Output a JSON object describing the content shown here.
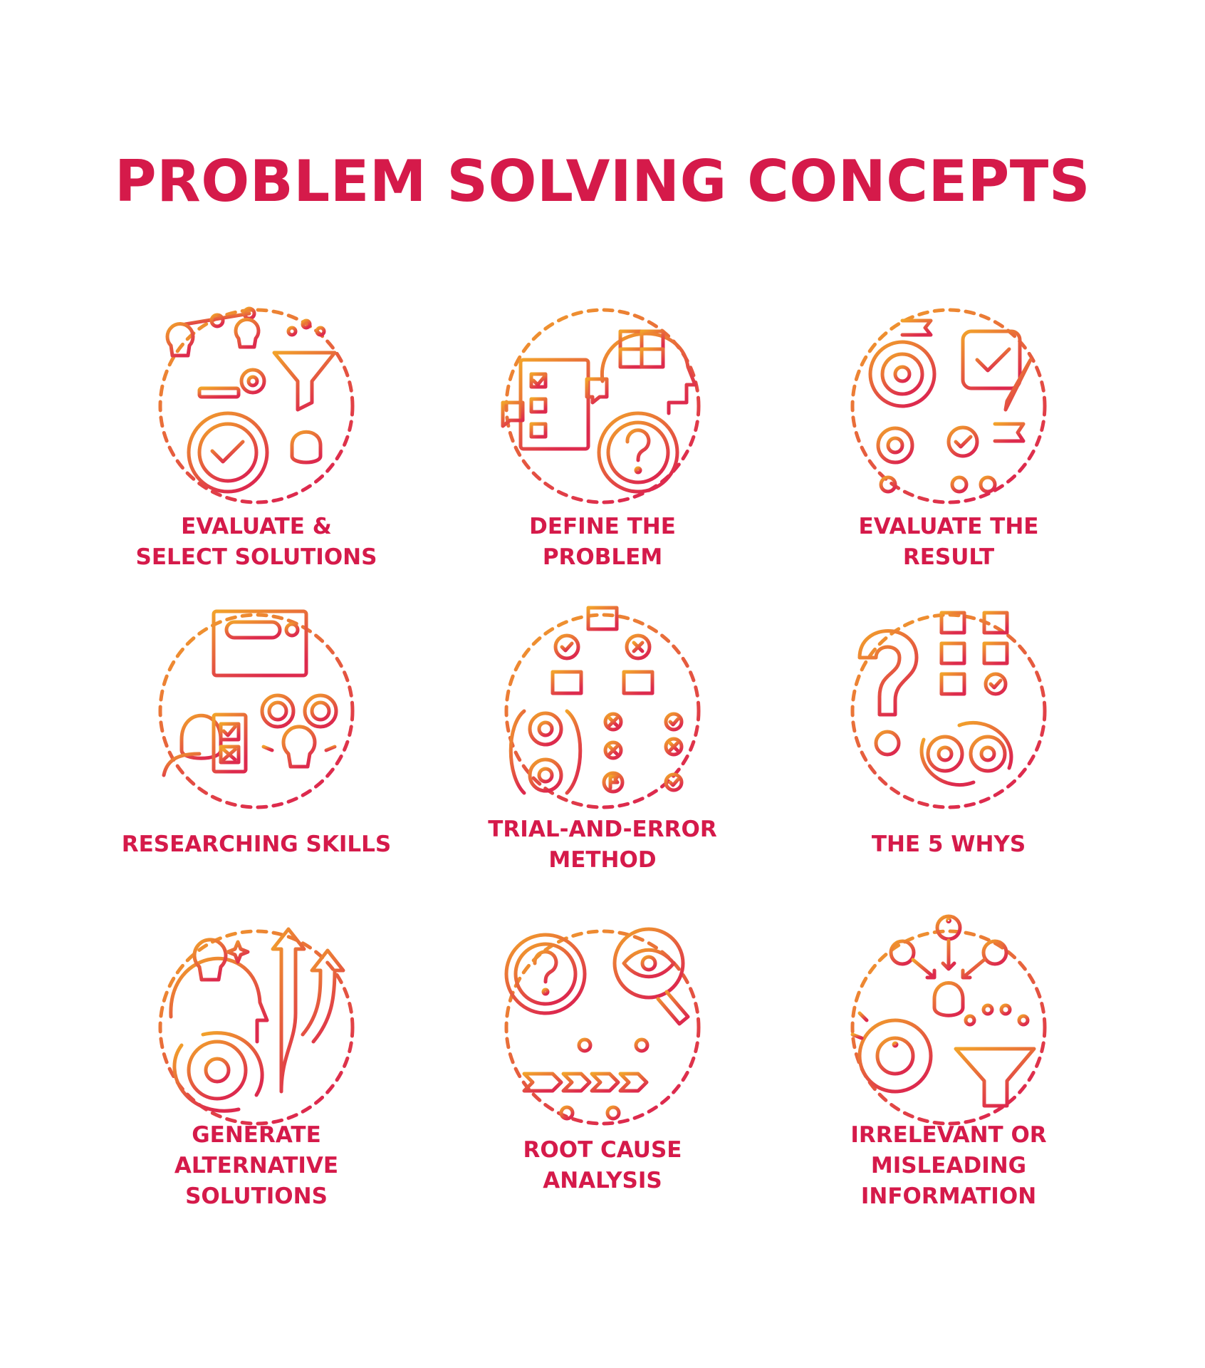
{
  "title": "PROBLEM SOLVING CONCEPTS",
  "colors": {
    "title": "#d51a4a",
    "label": "#d51a4a",
    "gradient_start": "#f2a32a",
    "gradient_end": "#dd2a4d"
  },
  "items": [
    {
      "icon": "evaluate-select-solutions-icon",
      "label_lines": [
        "EVALUATE &",
        "SELECT SOLUTIONS"
      ]
    },
    {
      "icon": "define-problem-icon",
      "label_lines": [
        "DEFINE THE",
        "PROBLEM"
      ]
    },
    {
      "icon": "evaluate-result-icon",
      "label_lines": [
        "EVALUATE THE",
        "RESULT"
      ]
    },
    {
      "icon": "researching-skills-icon",
      "label_lines": [
        "RESEARCHING SKILLS"
      ]
    },
    {
      "icon": "trial-and-error-icon",
      "label_lines": [
        "TRIAL-AND-ERROR",
        "METHOD"
      ]
    },
    {
      "icon": "five-whys-icon",
      "label_lines": [
        "THE 5 WHYS"
      ]
    },
    {
      "icon": "generate-alternatives-icon",
      "label_lines": [
        "GENERATE",
        "ALTERNATIVE",
        "SOLUTIONS"
      ]
    },
    {
      "icon": "root-cause-analysis-icon",
      "label_lines": [
        "ROOT CAUSE",
        "ANALYSIS"
      ]
    },
    {
      "icon": "irrelevant-information-icon",
      "label_lines": [
        "IRRELEVANT OR",
        "MISLEADING",
        "INFORMATION"
      ]
    }
  ]
}
